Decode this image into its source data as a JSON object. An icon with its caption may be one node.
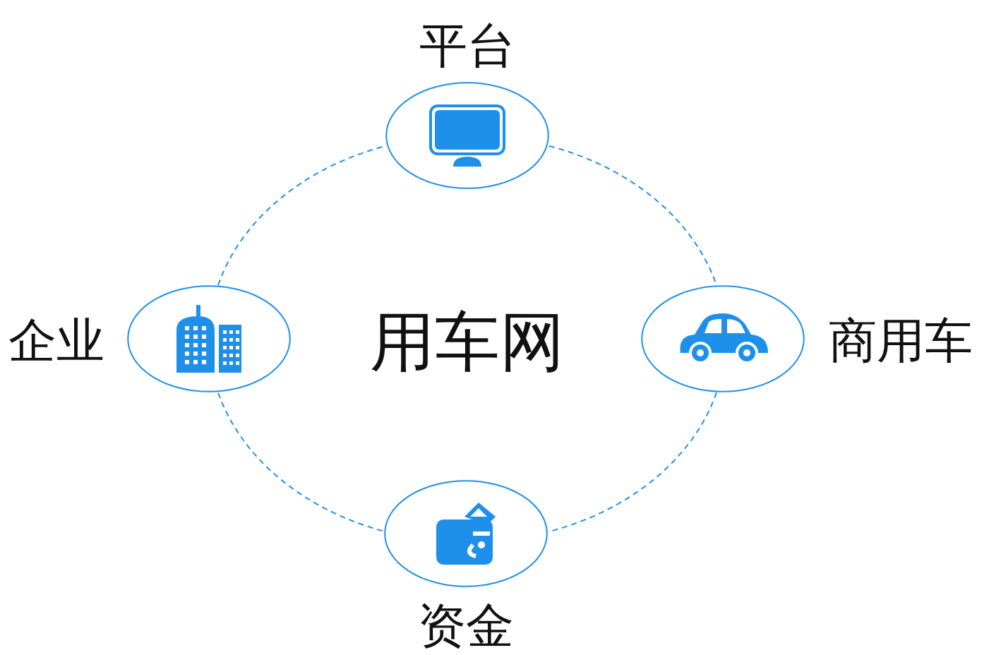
{
  "diagram": {
    "nodes": [
      {
        "text": [],
        "shape": "ellipse",
        "beside": [
          "平台"
        ]
      },
      {
        "text": [],
        "shape": "ellipse",
        "beside": [
          "企业"
        ]
      },
      {
        "text": [],
        "shape": "ellipse",
        "beside": [
          "商用车"
        ]
      },
      {
        "text": [],
        "shape": "ellipse",
        "beside": [
          "资金"
        ]
      }
    ],
    "edges": [
      {
        "from": 0,
        "to": 2,
        "arrow": "none",
        "style": "dashed"
      },
      {
        "from": 2,
        "to": 3,
        "arrow": "none",
        "style": "dashed"
      },
      {
        "from": 3,
        "to": 1,
        "arrow": "none",
        "style": "dashed"
      },
      {
        "from": 1,
        "to": 0,
        "arrow": "none",
        "style": "dashed"
      }
    ],
    "labels": [
      "用车网"
    ]
  }
}
